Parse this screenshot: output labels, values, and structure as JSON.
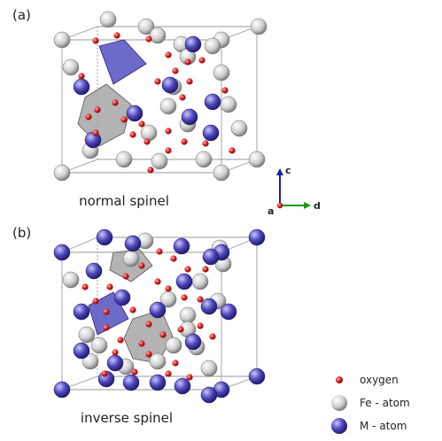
{
  "panels": [
    {
      "label": "(a)",
      "caption": "normal spinel"
    },
    {
      "label": "(b)",
      "caption": "inverse spinel"
    }
  ],
  "axes": {
    "vertical": "c",
    "horizontal": "d",
    "origin": "a"
  },
  "legend": [
    {
      "label": "oxygen",
      "kind": "oxygen"
    },
    {
      "label": "Fe - atom",
      "kind": "fe"
    },
    {
      "label": "M - atom",
      "kind": "m"
    }
  ],
  "colors": {
    "oxygen": "#cc2222",
    "fe": "#e8e8e8",
    "m": "#4a3fb0",
    "tetrahedron": "#5550c0",
    "octahedron": "#9a9a9a"
  }
}
